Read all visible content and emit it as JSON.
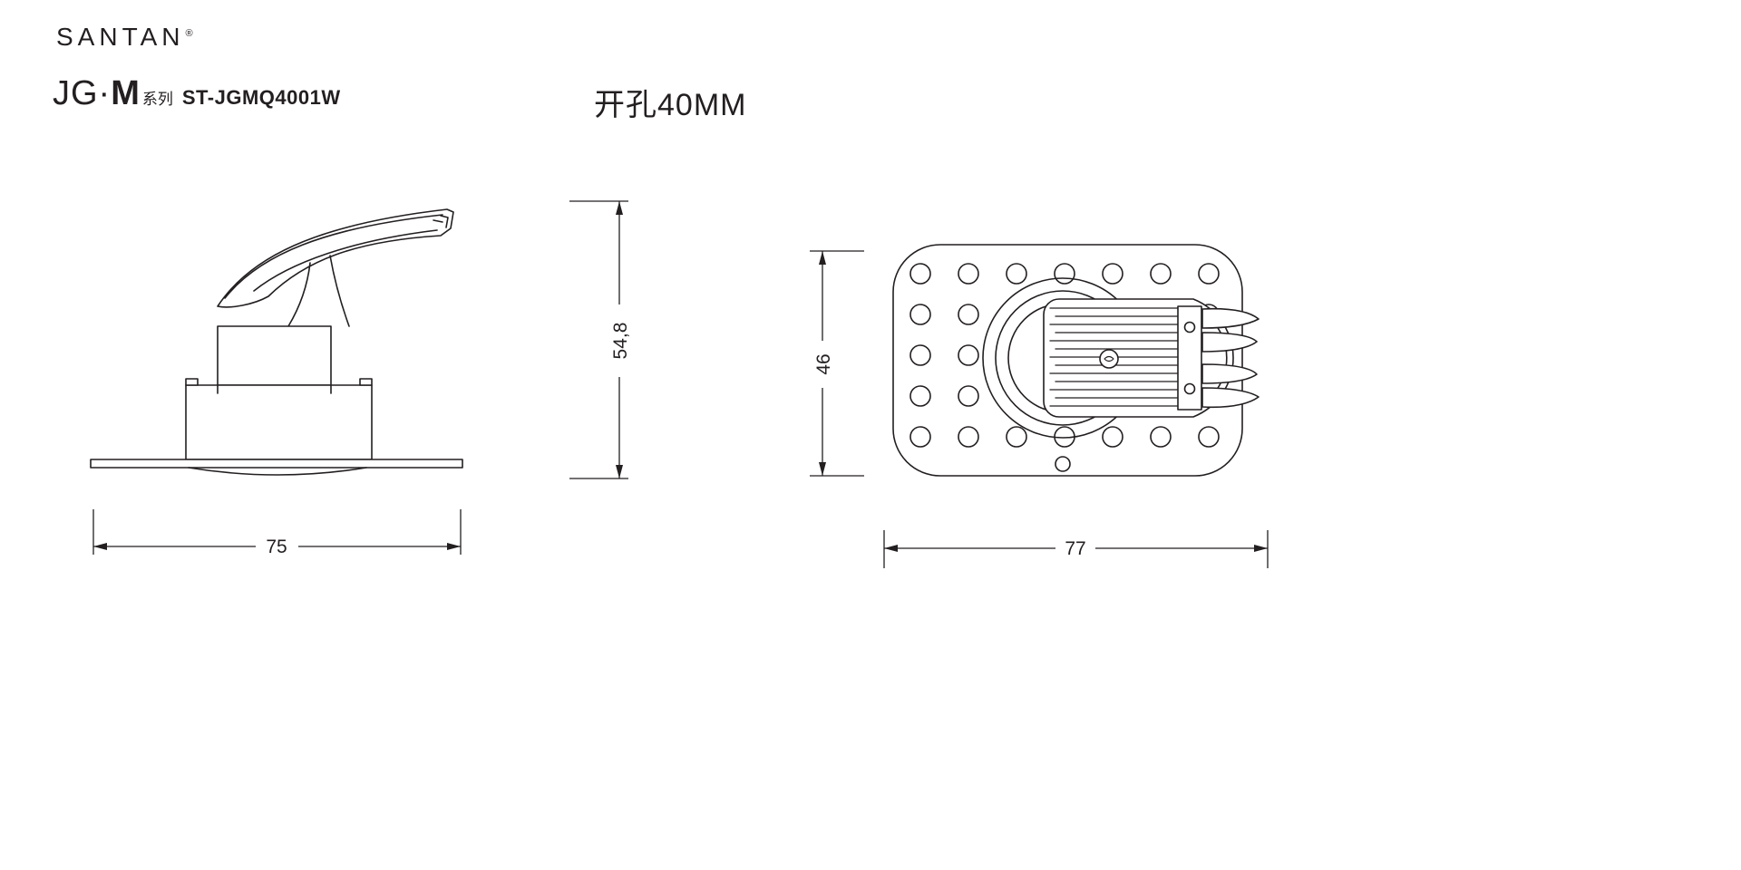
{
  "page": {
    "background": "#ffffff",
    "ink_color": "#231f20"
  },
  "header": {
    "brand": "SANTAN",
    "registered_mark": "®",
    "series_jg": "JG·",
    "series_m": "M",
    "series_suffix": "系列",
    "model_code": "ST-JGMQ4001W",
    "cutout_note": "开孔40MM"
  },
  "drawings": {
    "side_view": {
      "label": "side elevation view of recessed spotlight",
      "width_dim": "75",
      "height_dim": "54,8"
    },
    "top_view": {
      "label": "top view of mounting plate with spring clip",
      "height_dim": "46",
      "width_dim": "77"
    }
  }
}
